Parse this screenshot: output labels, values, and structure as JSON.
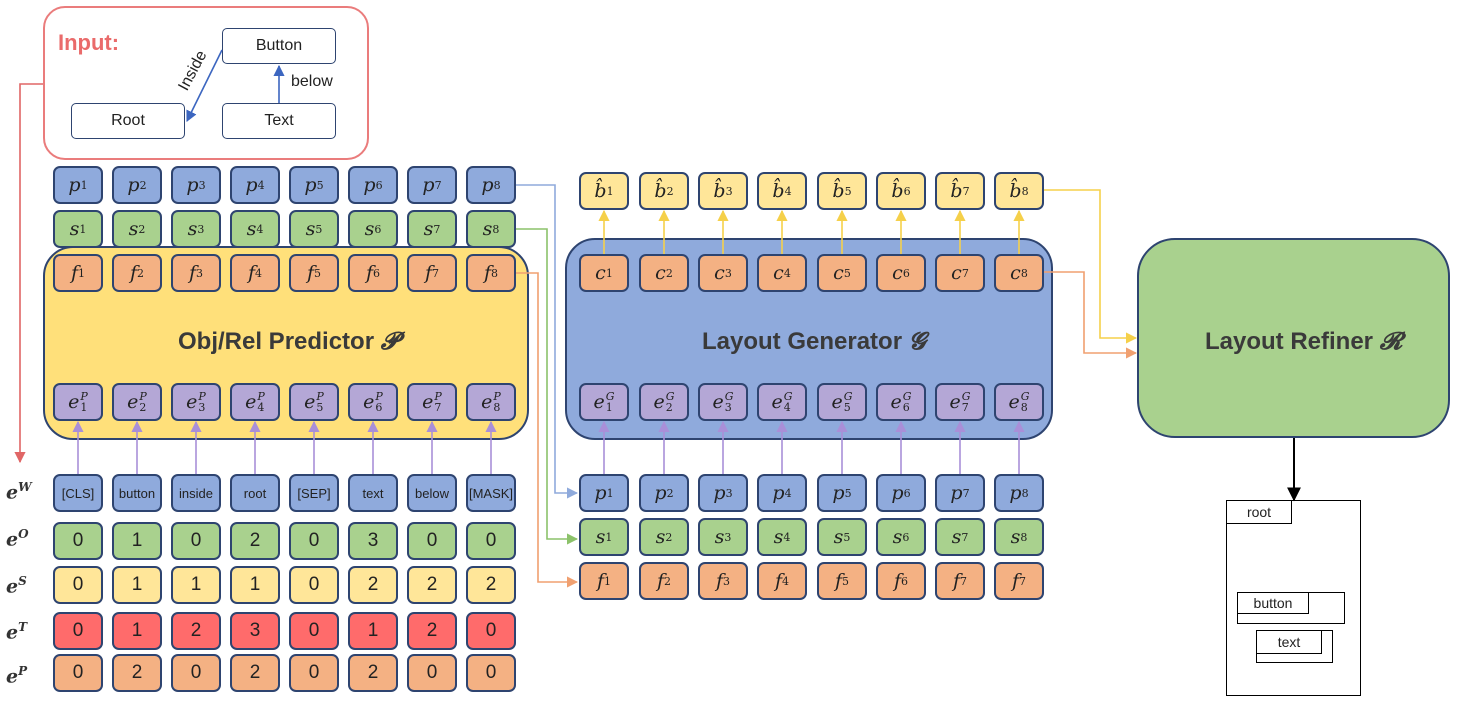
{
  "input_box": {
    "label": "Input:",
    "nodes": {
      "button": "Button",
      "root": "Root",
      "text": "Text"
    },
    "edges": {
      "inside": "Inside",
      "below": "below"
    }
  },
  "predictor": {
    "title": "Obj/Rel Predictor",
    "symbol": "𝓟",
    "p_row": [
      "p",
      "p",
      "p",
      "p",
      "p",
      "p",
      "p",
      "p"
    ],
    "s_row": [
      "s",
      "s",
      "s",
      "s",
      "s",
      "s",
      "s",
      "s"
    ],
    "f_row": [
      "f",
      "f",
      "f",
      "f",
      "f",
      "f",
      "f",
      "f"
    ],
    "e_row": [
      "e",
      "e",
      "e",
      "e",
      "e",
      "e",
      "e",
      "e"
    ],
    "e_sup": "P",
    "subs": [
      "1",
      "2",
      "3",
      "4",
      "5",
      "6",
      "7",
      "8"
    ]
  },
  "inputs": {
    "row_labels": {
      "w": "W",
      "o": "O",
      "s": "S",
      "t": "T",
      "p": "P"
    },
    "row_base": "e",
    "words": [
      "[CLS]",
      "button",
      "inside",
      "root",
      "[SEP]",
      "text",
      "below",
      "[MASK]"
    ],
    "e_o": [
      "0",
      "1",
      "0",
      "2",
      "0",
      "3",
      "0",
      "0"
    ],
    "e_s": [
      "0",
      "1",
      "1",
      "1",
      "0",
      "2",
      "2",
      "2"
    ],
    "e_t": [
      "0",
      "1",
      "2",
      "3",
      "0",
      "1",
      "2",
      "0"
    ],
    "e_p": [
      "0",
      "2",
      "0",
      "2",
      "0",
      "2",
      "0",
      "0"
    ]
  },
  "generator": {
    "title": "Layout Generator",
    "symbol": "𝓖",
    "b_row": [
      "b̂",
      "b̂",
      "b̂",
      "b̂",
      "b̂",
      "b̂",
      "b̂",
      "b̂"
    ],
    "c_row": [
      "c",
      "c",
      "c",
      "c",
      "c",
      "c",
      "c",
      "c"
    ],
    "e_sup": "G",
    "subs": [
      "1",
      "2",
      "3",
      "4",
      "5",
      "6",
      "7",
      "8"
    ],
    "p_subs": [
      "1",
      "2",
      "3",
      "4",
      "5",
      "6",
      "7",
      "8"
    ],
    "s_subs": [
      "1",
      "2",
      "3",
      "4",
      "5",
      "6",
      "7",
      "8"
    ],
    "f_subs": [
      "1",
      "2",
      "3",
      "4",
      "5",
      "6",
      "7",
      "7"
    ]
  },
  "refiner": {
    "title": "Layout Refiner",
    "symbol": "𝓡",
    "output_labels": {
      "root": "root",
      "button": "button",
      "text": "text"
    }
  },
  "colors": {
    "blue": "#8faadc",
    "green": "#a9d18e",
    "orange": "#f4b183",
    "purple": "#b4a7d6",
    "yellow": "#ffe699",
    "red": "#ff6b6b",
    "predictor_bg": "#ffe07a",
    "generator_bg": "#8faadc",
    "refiner_bg": "#a9d18e",
    "input_border": "#ea7c7c"
  }
}
